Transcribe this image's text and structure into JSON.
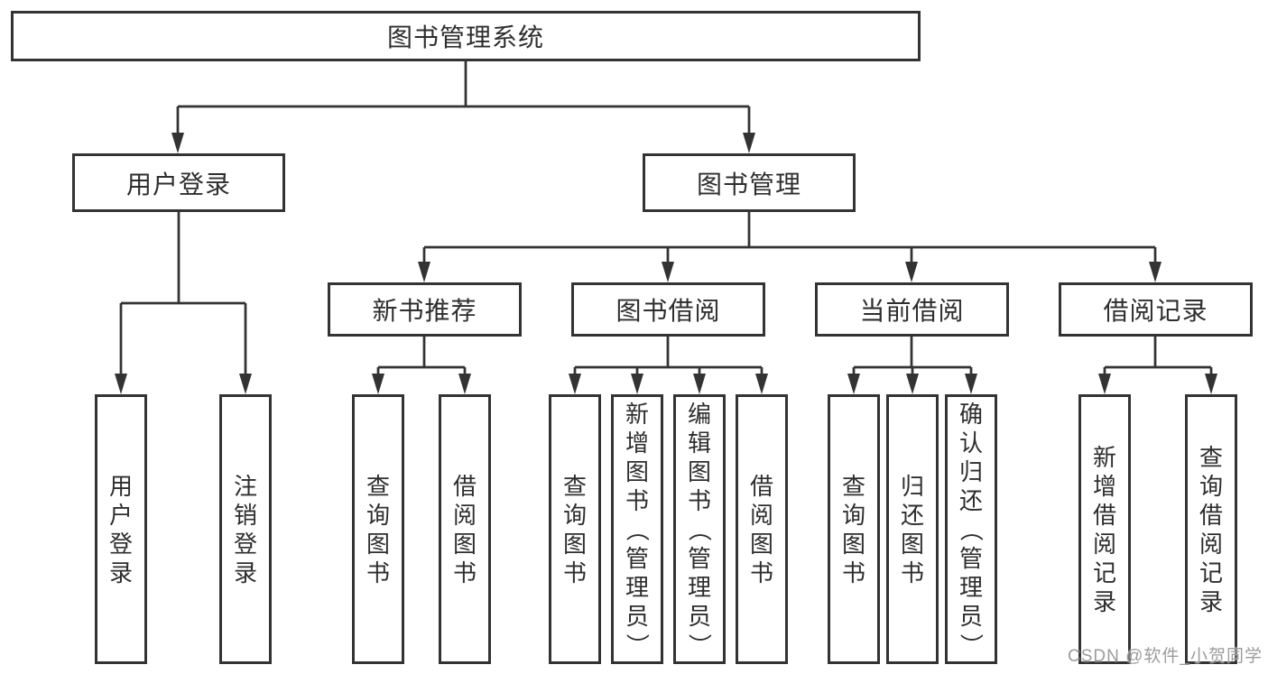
{
  "diagram": {
    "title": "图书管理系统",
    "children": [
      {
        "label": "用户登录",
        "children": [
          {
            "label": "用户登录"
          },
          {
            "label": "注销登录"
          }
        ]
      },
      {
        "label": "图书管理",
        "children": [
          {
            "label": "新书推荐",
            "children": [
              {
                "label": "查询图书"
              },
              {
                "label": "借阅图书"
              }
            ]
          },
          {
            "label": "图书借阅",
            "children": [
              {
                "label": "查询图书"
              },
              {
                "label": "新增图书（管理员）"
              },
              {
                "label": "编辑图书（管理员）"
              },
              {
                "label": "借阅图书"
              }
            ]
          },
          {
            "label": "当前借阅",
            "children": [
              {
                "label": "查询图书"
              },
              {
                "label": "归还图书"
              },
              {
                "label": "确认归还（管理员）"
              }
            ]
          },
          {
            "label": "借阅记录",
            "children": [
              {
                "label": "新增借阅记录"
              },
              {
                "label": "查询借阅记录"
              }
            ]
          }
        ]
      }
    ]
  },
  "watermark": {
    "text": "CSDN @软件_小贺同学"
  },
  "colors": {
    "line": "#333333",
    "box_border": "#333333",
    "text": "#2e2e2e",
    "watermark": "#9c9c9c",
    "background": "#ffffff"
  }
}
